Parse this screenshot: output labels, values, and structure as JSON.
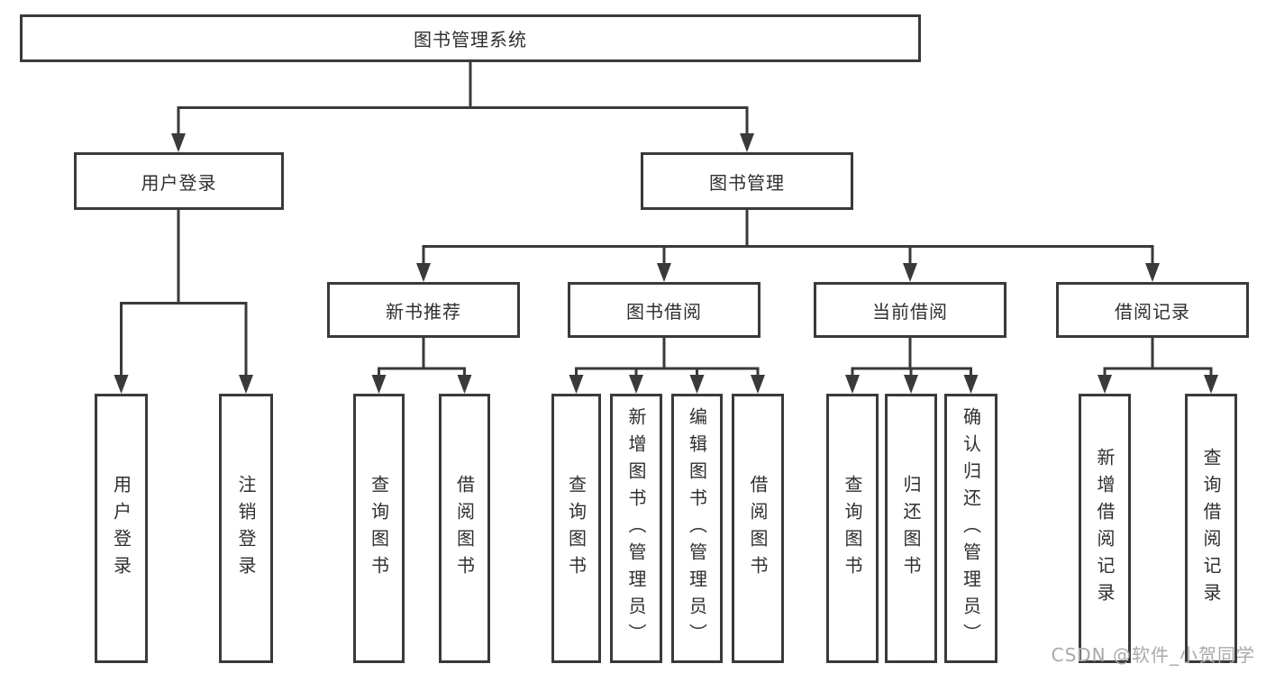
{
  "diagram_type": "hierarchy-tree",
  "colors": {
    "line": "#3a3a3a",
    "box_border": "#3a3a3a",
    "box_fill": "#ffffff",
    "text": "#2f2f2f",
    "watermark": "#a9a9a9"
  },
  "tree": {
    "label": "图书管理系统",
    "children": [
      {
        "label": "用户登录",
        "children": [
          {
            "label": "用户登录"
          },
          {
            "label": "注销登录"
          }
        ]
      },
      {
        "label": "图书管理",
        "children": [
          {
            "label": "新书推荐",
            "children": [
              {
                "label": "查询图书"
              },
              {
                "label": "借阅图书"
              }
            ]
          },
          {
            "label": "图书借阅",
            "children": [
              {
                "label": "查询图书"
              },
              {
                "label": "新增图书（管理员）"
              },
              {
                "label": "编辑图书（管理员）"
              },
              {
                "label": "借阅图书"
              }
            ]
          },
          {
            "label": "当前借阅",
            "children": [
              {
                "label": "查询图书"
              },
              {
                "label": "归还图书"
              },
              {
                "label": "确认归还（管理员）"
              }
            ]
          },
          {
            "label": "借阅记录",
            "children": [
              {
                "label": "新增借阅记录"
              },
              {
                "label": "查询借阅记录"
              }
            ]
          }
        ]
      }
    ]
  },
  "watermark": "CSDN @软件_小贺同学"
}
